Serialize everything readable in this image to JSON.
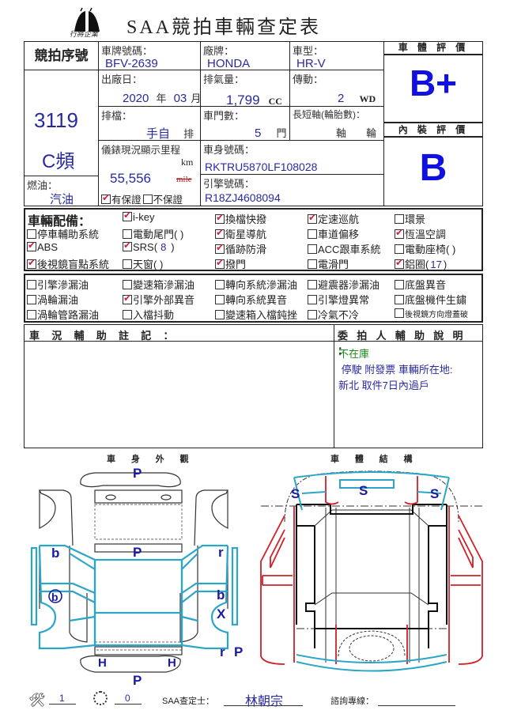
{
  "header": {
    "logo_text": "行將企業",
    "title": "SAA競拍車輛查定表"
  },
  "auction": {
    "serial_label": "競拍序號",
    "serial_number": "3119",
    "channel": "C頻",
    "fuel_label": "燃油：",
    "fuel_value": "汽油"
  },
  "vehicle": {
    "plate_label": "車牌號碼：",
    "plate_value": "BFV-2639",
    "brand_label": "廠牌：",
    "brand_value": "HONDA",
    "model_label": "車型：",
    "model_value": "HR-V",
    "mfg_label": "出廠日：",
    "mfg_year": "2020",
    "mfg_year_unit": "年",
    "mfg_month": "03",
    "mfg_month_unit": "月",
    "displacement_label": "排氣量：",
    "displacement_value": "1,799",
    "displacement_unit": "CC",
    "drive_label": "傳動：",
    "drive_value": "2",
    "drive_unit": "WD",
    "gear_label": "排檔：",
    "gear_value": "手自",
    "gear_unit": "排",
    "doors_label": "車門數：",
    "doors_value": "5",
    "doors_unit": "門",
    "axle_label": "長短軸(輪胎數)：",
    "axle_unit1": "軸",
    "axle_unit2": "輪",
    "odometer_label": "儀錶現況顯示里程",
    "odometer_unit_km": "km",
    "odometer_unit_mile": "mile",
    "odometer_value": "55,556",
    "warranty_yes": "有保證",
    "warranty_no": "不保證",
    "warranty_checked": true,
    "vin_label": "車身號碼：",
    "vin_value": "RKTRU5870LF108028",
    "engine_label": "引擎號碼：",
    "engine_value": "R18ZJ4608094"
  },
  "ratings": {
    "body_label": "車 體 評 價",
    "body_grade": "B+",
    "interior_label": "內 裝 評 價",
    "interior_grade": "B"
  },
  "equipment": {
    "title": "車輛配備：",
    "items": [
      {
        "label": "i-key",
        "checked": true
      },
      {
        "label": "換檔快撥",
        "checked": true
      },
      {
        "label": "定速巡航",
        "checked": true
      },
      {
        "label": "環景",
        "checked": false
      },
      {
        "label": "停車輔助系統",
        "checked": false
      },
      {
        "label": "電動尾門(      )",
        "checked": false
      },
      {
        "label": "衛星導航",
        "checked": true
      },
      {
        "label": "車道偏移",
        "checked": false
      },
      {
        "label": "恆溫空調",
        "checked": true
      },
      {
        "label": "ABS",
        "checked": true
      },
      {
        "label": "SRS(",
        "checked": true,
        "value": "8"
      },
      {
        "label": "循跡防滑",
        "checked": true
      },
      {
        "label": "ACC跟車系統",
        "checked": false
      },
      {
        "label": "電動座椅(      )",
        "checked": false
      },
      {
        "label": "後視鏡盲點系統",
        "checked": true
      },
      {
        "label": "天窗(         )",
        "checked": false
      },
      {
        "label": "撥門",
        "checked": true
      },
      {
        "label": "電滑門",
        "checked": false
      },
      {
        "label": "鋁圈(",
        "checked": true,
        "value": "17"
      }
    ]
  },
  "issues": {
    "items": [
      {
        "label": "引擎滲漏油",
        "checked": false
      },
      {
        "label": "變速箱滲漏油",
        "checked": false
      },
      {
        "label": "轉向系統滲漏油",
        "checked": false
      },
      {
        "label": "避震器滲漏油",
        "checked": false
      },
      {
        "label": "底盤異音",
        "checked": false
      },
      {
        "label": "渦輪漏油",
        "checked": false
      },
      {
        "label": "引擎外部異音",
        "checked": true
      },
      {
        "label": "轉向系統異音",
        "checked": false
      },
      {
        "label": "引擎燈異常",
        "checked": false
      },
      {
        "label": "底盤機件生鏽",
        "checked": false
      },
      {
        "label": "渦輪管路漏油",
        "checked": false
      },
      {
        "label": "入檔抖動",
        "checked": false
      },
      {
        "label": "變速箱入檔鈍挫",
        "checked": false
      },
      {
        "label": "冷氣不冷",
        "checked": false
      },
      {
        "label": "後視鏡方向燈蓋破",
        "checked": false
      }
    ]
  },
  "notes": {
    "condition_title": "車 況 輔 助 註 記 ：",
    "consignor_title": "委 拍 人 輔 助 說 明 ：",
    "consignor_line1": "不在庫",
    "consignor_line2": " 停駛 附發票 車輛所在地:",
    "consignor_line3": "新北 取件7日內過戶",
    "line1_color": "#1a8a1a",
    "text_color": "#2a2aa0"
  },
  "diagrams": {
    "exterior_title": "車 身 外 觀",
    "structure_title": "車 體 結 構",
    "exterior_marks": [
      "P",
      "P",
      "b",
      "ⓑ",
      "r",
      "b",
      "X",
      "r",
      "P",
      "H",
      "H",
      "P"
    ],
    "structure_marks": [
      "S",
      "S",
      "S"
    ]
  },
  "footer": {
    "tools_count": "1",
    "wheel_count": "0",
    "inspector_label": "SAA查定士：",
    "inspector_name": "林朝宗",
    "hotline_label": "諮詢專線："
  },
  "colors": {
    "grade_blue": "#1010e0",
    "value_blue": "#2a2aa0",
    "diagram_cyan": "#2ba6c8",
    "diagram_red": "#d0202a",
    "check_red": "#d0203c"
  }
}
